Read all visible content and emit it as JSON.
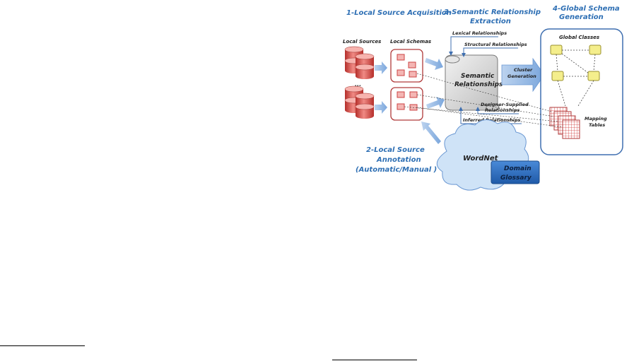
{
  "diagram": {
    "stages": {
      "stage1": "1-Local Source Acquisition",
      "stage2_line1": "2-Local Source",
      "stage2_line2": "Annotation",
      "stage2_line3": "(Automatic/Manual )",
      "stage3_line1": "3-Semantic Relationship",
      "stage3_line2": "Extraction",
      "stage4_line1": "4-Global Schema",
      "stage4_line2": "Generation"
    },
    "labels": {
      "local_sources": "Local Sources",
      "local_schemas": "Local Schemas",
      "ellipsis": "...",
      "lexical": "Lexical Relationships",
      "structural": "Structural Relationships",
      "semantic_line1": "Semantic",
      "semantic_line2": "Relationships",
      "designer_line1": "Designer-Supplied",
      "designer_line2": "Relationships",
      "inferred": "Inferred Relationships",
      "cluster_line1": "Cluster",
      "cluster_line2": "Generation",
      "global_classes": "Global Classes",
      "mapping_line1": "Mapping",
      "mapping_line2": "Tables",
      "wordnet": "WordNet",
      "domain_line1": "Domain",
      "domain_line2": "Glossary"
    },
    "colors": {
      "title": "#2e6fb4",
      "database": "#d9534f",
      "schema_border": "#b03a3a",
      "arrow": "#8fb3e0",
      "global_box": "#3f6fb0",
      "class_fill": "#f4ee8c",
      "cloud": "#cfe3f7",
      "glossary": "#2e6fc0"
    }
  }
}
